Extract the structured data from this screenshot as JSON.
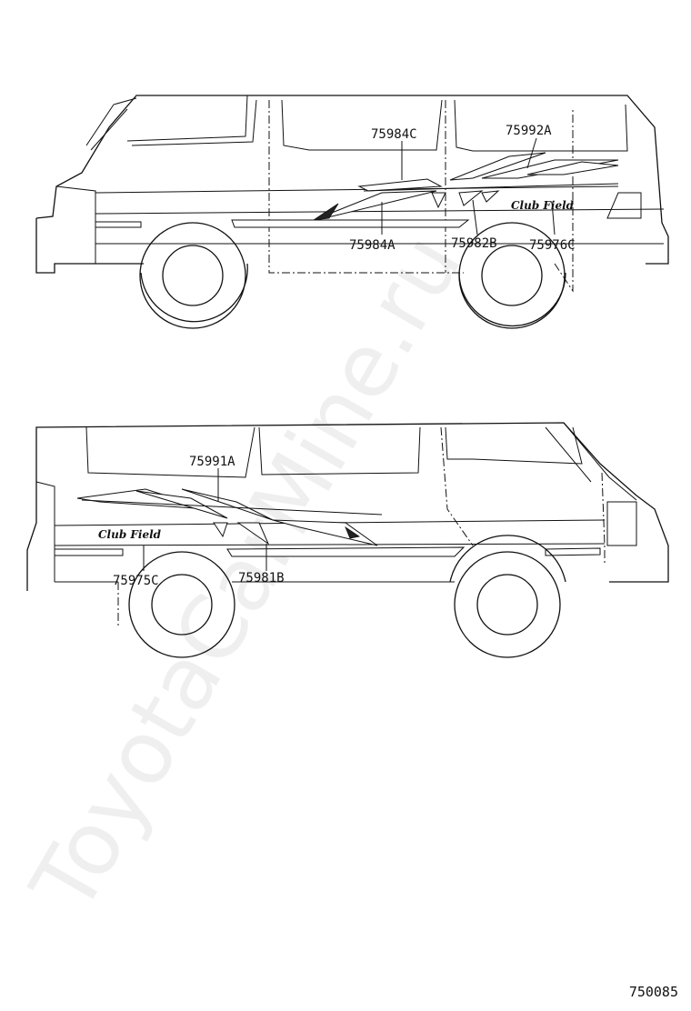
{
  "watermark": "ToyotaCarMine.ru",
  "diagram_code": "750085",
  "top_view": {
    "labels": [
      "75984C",
      "75992A",
      "75984A",
      "75982B",
      "75976C"
    ],
    "badge": "Club Field"
  },
  "bottom_view": {
    "labels": [
      "75991A",
      "75975C",
      "75981B"
    ],
    "badge": "Club Field"
  }
}
